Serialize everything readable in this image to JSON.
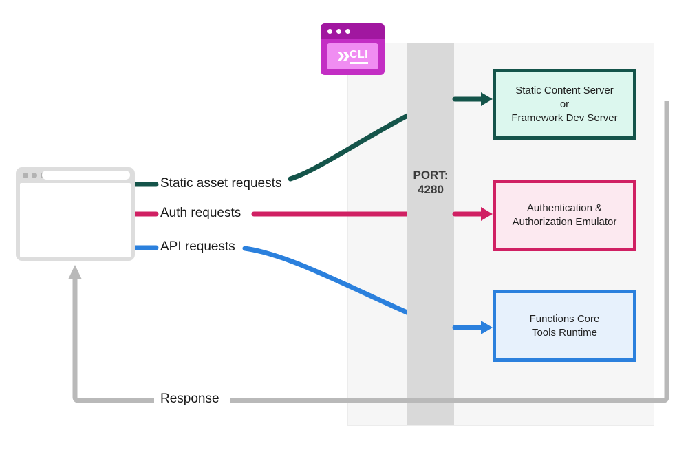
{
  "cli": {
    "chevron": "»",
    "label": "CLI"
  },
  "port": {
    "line1": "PORT:",
    "line2": "4280"
  },
  "flow_labels": {
    "static": "Static asset requests",
    "auth": "Auth requests",
    "api": "API requests",
    "response": "Response"
  },
  "boxes": {
    "static_server": {
      "lines": [
        "Static Content Server",
        "or",
        "Framework Dev Server"
      ]
    },
    "auth_emulator": {
      "lines": [
        "Authentication &",
        "Authorization Emulator"
      ]
    },
    "functions_runtime": {
      "lines": [
        "Functions Core",
        "Tools Runtime"
      ]
    }
  },
  "colors": {
    "green": "#14544a",
    "crimson": "#d02063",
    "blue": "#2b80dd",
    "gray": "#b9b9b9",
    "magenta": "#c32ec4",
    "magenta_dark": "#a117a0",
    "pink_screen": "#f08df2",
    "panel_bg": "#f6f6f6",
    "port_bar_bg": "#d9d9d9"
  }
}
